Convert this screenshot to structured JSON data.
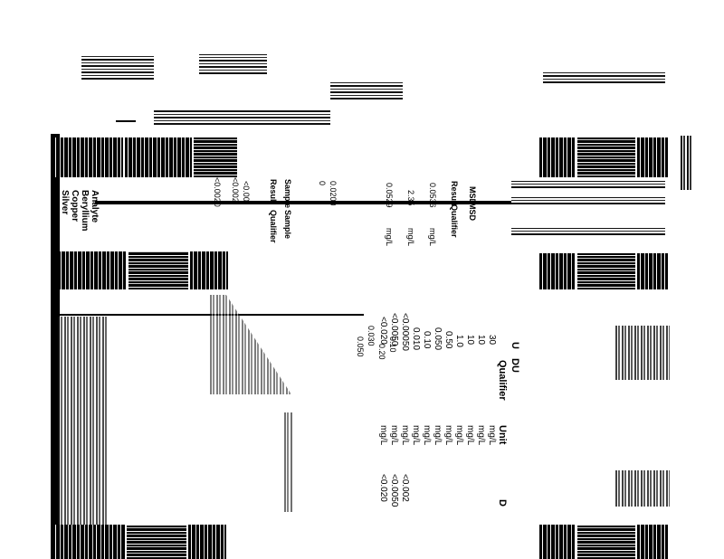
{
  "header": {
    "sample_label": "Sample",
    "result_label": "Result",
    "qualifier_label": "Qualifier",
    "msd_label": "MSD",
    "result_col": "Result",
    "qualifier_col": "Qualifier",
    "unit_col": "Unit"
  },
  "upper_table": {
    "analytes": [
      "Analyte",
      "Beryllium",
      "Copper",
      "Silver"
    ],
    "sample_result": "<0.0020",
    "sample_rows": [
      "<0.002",
      "<0.00"
    ],
    "msd_results": [
      "0.0529",
      "2.35",
      "0.0536"
    ],
    "units": [
      "mg/L",
      "mg/L",
      "mg/L"
    ],
    "zero_cells": [
      "0",
      "0.0200"
    ]
  },
  "lower_table": {
    "columns": [
      "U",
      "DU"
    ],
    "qualifier_header": "Qualifier",
    "unit_header": "Unit",
    "left_values": [
      "30",
      "10",
      "10",
      "1.0",
      "0.50",
      "0.050",
      "0.10",
      "0.010",
      "<0.00050",
      "<0.0050",
      "<0.020"
    ],
    "left_col2": [
      "0.030",
      "0.050",
      "0.10",
      "0.20"
    ],
    "units": [
      "mg/L",
      "mg/L",
      "mg/L",
      "mg/L",
      "mg/L",
      "mg/L",
      "mg/L",
      "mg/L",
      "mg/L",
      "mg/L",
      "mg/L"
    ],
    "bottom_values": [
      "<0.002",
      "<0.0050",
      "<0.020"
    ],
    "flag": "D"
  }
}
